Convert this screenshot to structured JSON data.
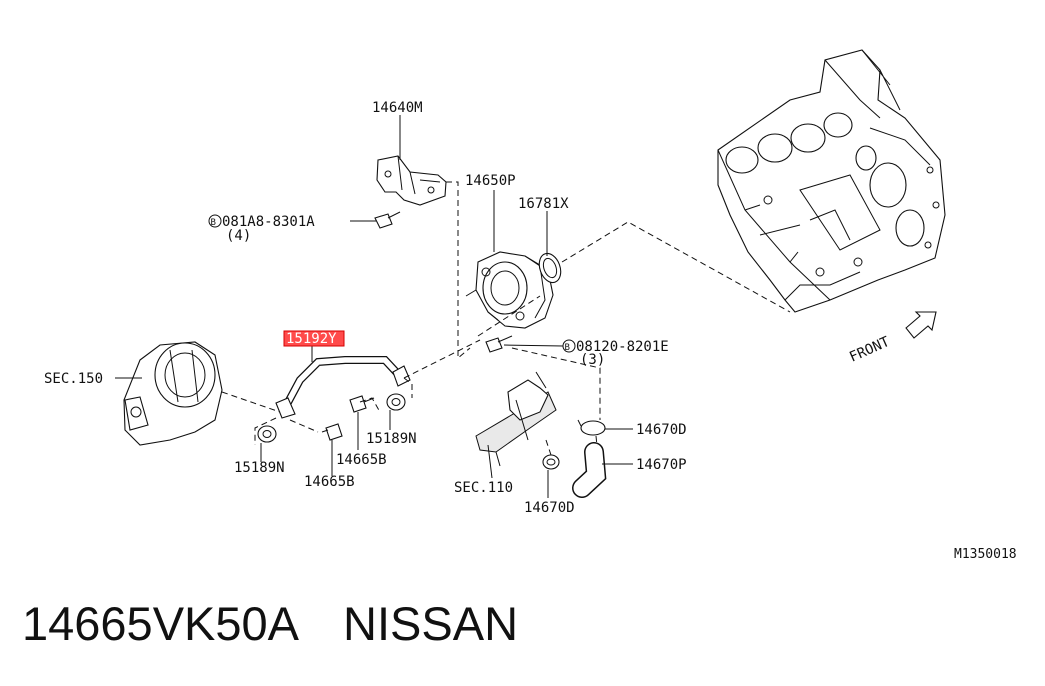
{
  "labels": {
    "bracket": "14640M",
    "bolt_bracket": "081A8-8301A",
    "bolt_bracket_qty": "(4)",
    "bolt_marker": "B",
    "water_pump": "14650P",
    "oring": "16781X",
    "bolt_pump": "08120-8201E",
    "bolt_pump_qty": "(3)",
    "tube": "15192Y",
    "sec150": "SEC.150",
    "gasket_a": "15189N",
    "gasket_b": "15189N",
    "bolt_a": "14665B",
    "bolt_b": "14665B",
    "clamp_a": "14670D",
    "clamp_b": "14670D",
    "hose": "14670P",
    "sec110": "SEC.110",
    "front": "FRONT",
    "diagram_code": "M1350018"
  },
  "highlight_color": "#ff4b4b",
  "footer": {
    "part_number": "14665VK50A",
    "brand": "NISSAN"
  }
}
